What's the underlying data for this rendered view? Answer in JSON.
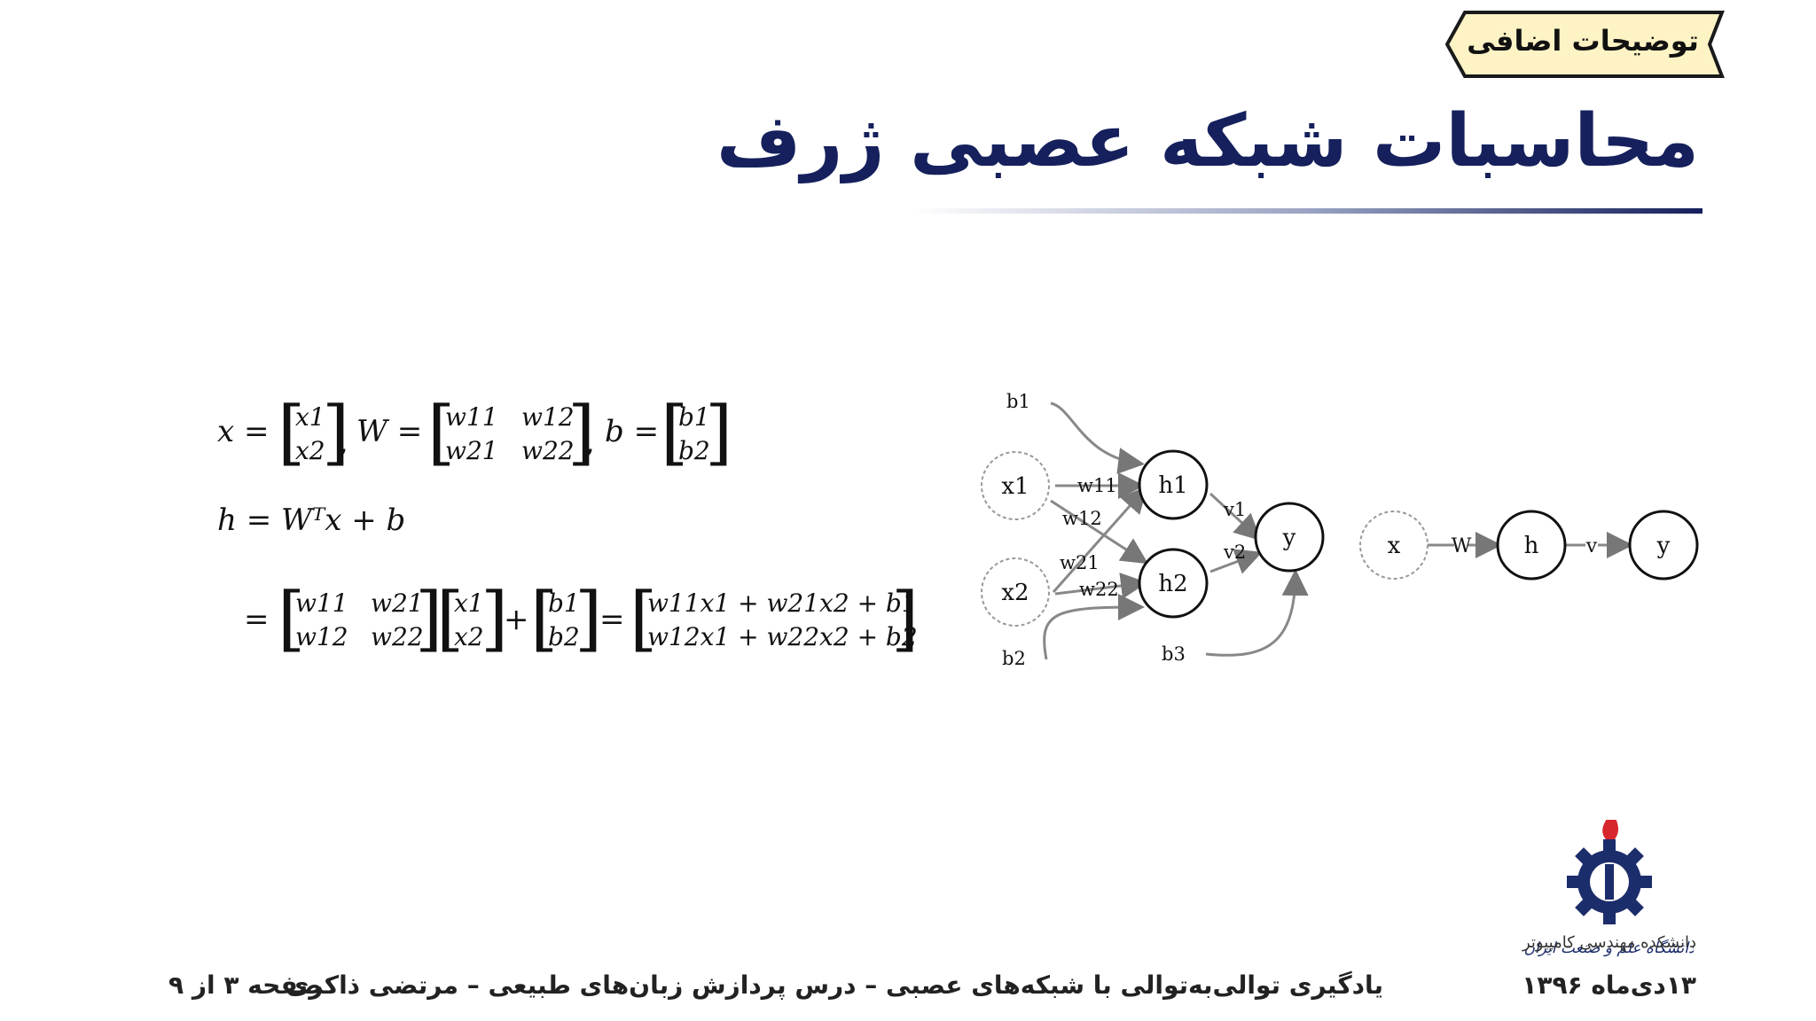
{
  "tag": {
    "label": "توضیحات اضافی",
    "fill": "#fdf3c4",
    "border": "#1a1a1a"
  },
  "title": {
    "text": "محاسبات شبکه عصبی ژرف",
    "color": "#15205c"
  },
  "math": {
    "line1_lhs_x": "x =",
    "x_vec": [
      "x1",
      "x2"
    ],
    "line1_lhs_W": "W =",
    "W_mat": [
      [
        "w11",
        "w12"
      ],
      [
        "w21",
        "w22"
      ]
    ],
    "line1_lhs_b": "b =",
    "b_vec": [
      "b1",
      "b2"
    ],
    "line2": "h = Wᵀx + b",
    "line3_W": [
      [
        "w11",
        "w21"
      ],
      [
        "w12",
        "w22"
      ]
    ],
    "line3_x": [
      "x1",
      "x2"
    ],
    "line3_b": [
      "b1",
      "b2"
    ],
    "line3_result": [
      "w11x1 + w21x2 + b1",
      "w12x1 + w22x2 + b2"
    ]
  },
  "network": {
    "inputs": [
      "x1",
      "x2"
    ],
    "hidden": [
      "h1",
      "h2"
    ],
    "output": "y",
    "biases": [
      "b1",
      "b2",
      "b3"
    ],
    "weights": [
      "w11",
      "w12",
      "w21",
      "w22"
    ],
    "out_weights": [
      "v1",
      "v2"
    ]
  },
  "simple_network": {
    "nodes": [
      "x",
      "h",
      "y"
    ],
    "edges": [
      "W",
      "v"
    ]
  },
  "logo": {
    "university": "دانشگاه علم و صنعت ایران",
    "faculty": "دانشکده مهندسی کامپیوتر"
  },
  "footer": {
    "date": "۱۳دی‌ماه ۱۳۹۶",
    "course": "یادگیری توالی‌به‌توالی با شبکه‌های عصبی – درس پردازش زبان‌های طبیعی – مرتضی ذاکری",
    "page": "صفحه ۳ از ۹"
  }
}
